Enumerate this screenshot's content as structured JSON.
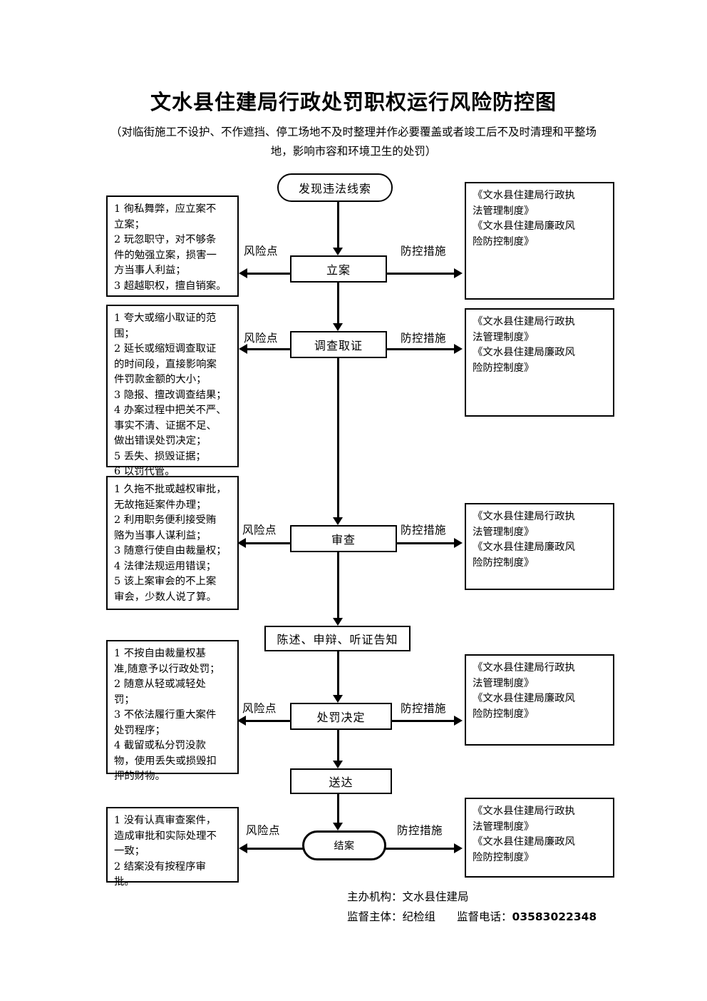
{
  "header": {
    "title": "文水县住建局行政处罚职权运行风险防控图",
    "subtitle": "（对临街施工不设护、不作遮挡、停工场地不及时整理并作必要覆盖或者竣工后不及时清理和平整场地，影响市容和环境卫生的处罚）"
  },
  "connector_labels": {
    "risk": "风险点",
    "measure": "防控措施"
  },
  "nodes": {
    "start": "发现违法线索",
    "filing": "立案",
    "investigation": "调查取证",
    "review": "审查",
    "notice": "陈述、申辩、听证告知",
    "decision": "处罚决定",
    "delivery": "送达",
    "closing": "结案"
  },
  "risk_boxes": [
    {
      "id": "risk-filing",
      "lines": [
        "1 徇私舞弊，应立案不",
        "立案；",
        "2 玩忽职守，对不够条",
        "件的勉强立案，损害一",
        "方当事人利益；",
        "3 超越职权，擅自销案。"
      ]
    },
    {
      "id": "risk-investigation",
      "lines": [
        "1 夸大或缩小取证的范",
        "围；",
        "2 延长或缩短调查取证",
        "的时间段，直接影响案",
        "件罚款金额的大小；",
        "3 隐报、擅改调查结果；",
        "4 办案过程中把关不严、",
        "事实不清、证据不足、",
        "做出错误处罚决定；",
        "5 丢失、损毁证据；",
        "6 以罚代管。"
      ]
    },
    {
      "id": "risk-review",
      "lines": [
        "1 久拖不批或越权审批，",
        "无故拖延案件办理；",
        "2 利用职务便利接受贿",
        "赂为当事人谋利益；",
        "3 随意行使自由裁量权；",
        "4 法律法规运用错误；",
        "5 该上案审会的不上案",
        "审会，少数人说了算。"
      ]
    },
    {
      "id": "risk-decision",
      "lines": [
        "1 不按自由裁量权基",
        "准,随意予以行政处罚；",
        "2 随意从轻或减轻处",
        "罚；",
        "3 不依法履行重大案件",
        "处罚程序；",
        "4 截留或私分罚没款",
        "物，使用丢失或损毁扣",
        "押的财物。"
      ]
    },
    {
      "id": "risk-closing",
      "lines": [
        "1 没有认真审查案件，",
        "造成审批和实际处理不",
        "一致；",
        "2 结案没有按程序审",
        "批。"
      ]
    }
  ],
  "measure_boxes": [
    {
      "id": "measure-filing",
      "lines": [
        "《文水县住建局行政执",
        "法管理制度》",
        "《文水县住建局廉政风",
        "险防控制度》"
      ]
    },
    {
      "id": "measure-investigation",
      "lines": [
        "《文水县住建局行政执",
        "法管理制度》",
        "《文水县住建局廉政风",
        "险防控制度》"
      ]
    },
    {
      "id": "measure-review",
      "lines": [
        "《文水县住建局行政执",
        "法管理制度》",
        "《文水县住建局廉政风",
        "险防控制度》"
      ]
    },
    {
      "id": "measure-decision",
      "lines": [
        "《文水县住建局行政执",
        "法管理制度》",
        "《文水县住建局廉政风",
        "险防控制度》"
      ]
    },
    {
      "id": "measure-closing",
      "lines": [
        "《文水县住建局行政执",
        "法管理制度》",
        "《文水县住建局廉政风",
        "险防控制度》"
      ]
    }
  ],
  "footer": {
    "organizer_label": "主办机构：",
    "organizer_value": "文水县住建局",
    "supervisor_label": "监督主体：",
    "supervisor_value": "纪检组",
    "phone_label": "监督电话：",
    "phone_value": "03583022348"
  }
}
